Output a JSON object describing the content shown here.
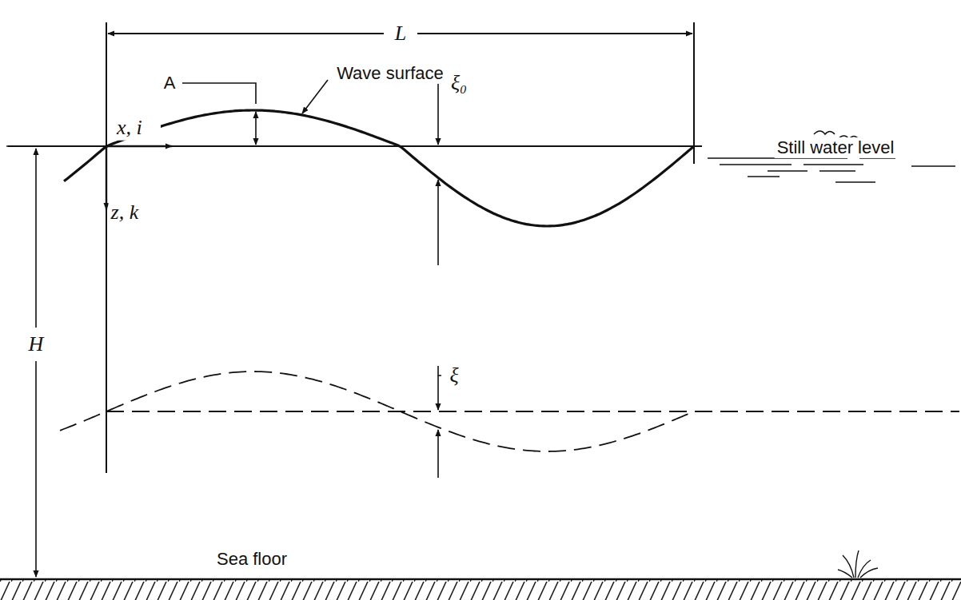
{
  "diagram": {
    "labels": [
      "L",
      "A",
      "Wave surface",
      "ξ₀",
      "Still water level",
      "x, i⃗",
      "z, k⃗",
      "H",
      "ξ",
      "Sea floor"
    ]
  }
}
